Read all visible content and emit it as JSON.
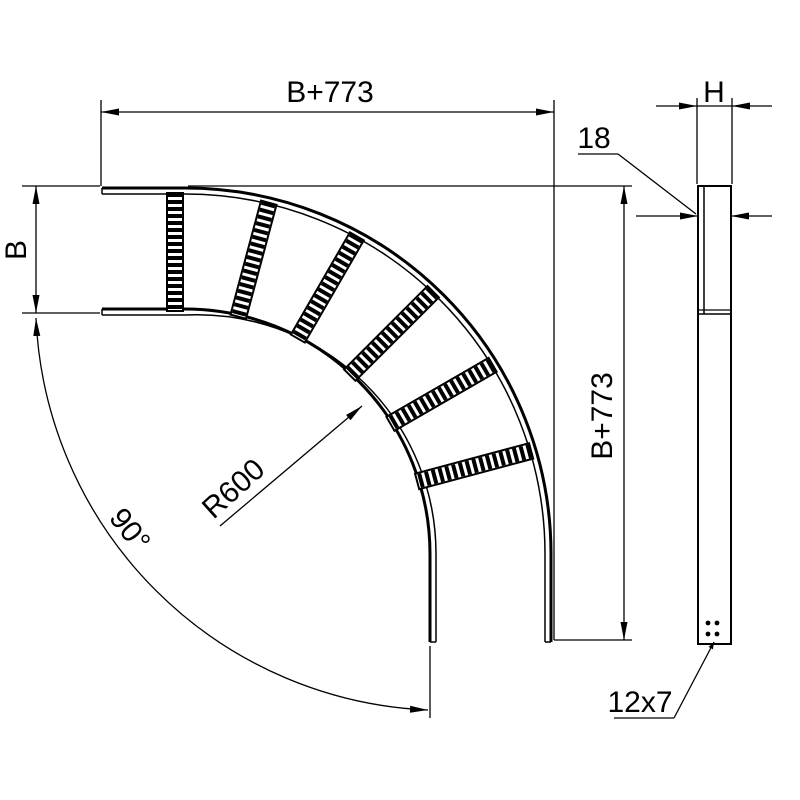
{
  "labels": {
    "width_top": "B+773",
    "width_right": "B+773",
    "tray_width": "B",
    "height": "H",
    "thickness": "18",
    "radius": "R600",
    "angle": "90°",
    "slot": "12x7"
  },
  "colors": {
    "line": "#000000",
    "background": "#ffffff"
  }
}
